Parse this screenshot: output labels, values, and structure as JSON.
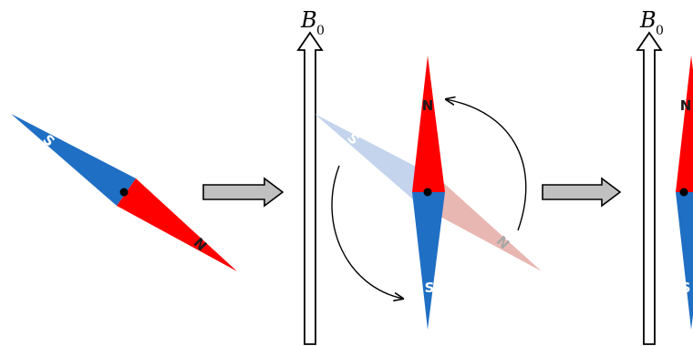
{
  "field": {
    "symbol": "B",
    "subscript": "0"
  },
  "needle_labels": {
    "north": "N",
    "south": "S"
  },
  "colors": {
    "north": "#ff0000",
    "south": "#1f6fc4",
    "north_ghost": "#e9b7b2",
    "south_ghost": "#c3d4ec",
    "pivot": "#000000",
    "process_arrow": "#c0c0c0",
    "field_arrow": "#ffffff"
  },
  "icons": {
    "process_arrow": "right-arrow-icon",
    "rotation_arrow": "curved-arrow-icon",
    "field_arrow": "up-arrow-icon"
  }
}
